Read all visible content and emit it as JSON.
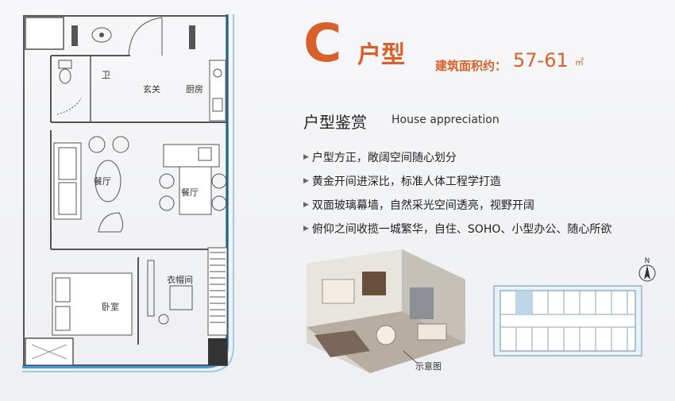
{
  "title": {
    "letter": "C",
    "suffix": "户型"
  },
  "area": {
    "label": "建筑面积约：",
    "value": "57-61",
    "unit": "㎡"
  },
  "section": {
    "title": "户型鉴赏",
    "subtitle": "House appreciation"
  },
  "features": [
    "户型方正，敞阔空间随心划分",
    "黄金开间进深比，标准人体工程学打造",
    "双面玻璃幕墙，自然采光空间透亮，视野开阔",
    "俯仰之间收揽一城繁华，自住、SOHO、小型办公、随心所欲"
  ],
  "rooms": {
    "bath": "卫",
    "entrance": "玄关",
    "kitchen": "厨房",
    "living": "餐厅",
    "dining": "餐厅",
    "wardrobe": "衣帽间",
    "bedroom": "卧室"
  },
  "caption": "示意图",
  "compass": "N",
  "colors": {
    "accent": "#d8602a",
    "glass": "#3aa0d8"
  }
}
